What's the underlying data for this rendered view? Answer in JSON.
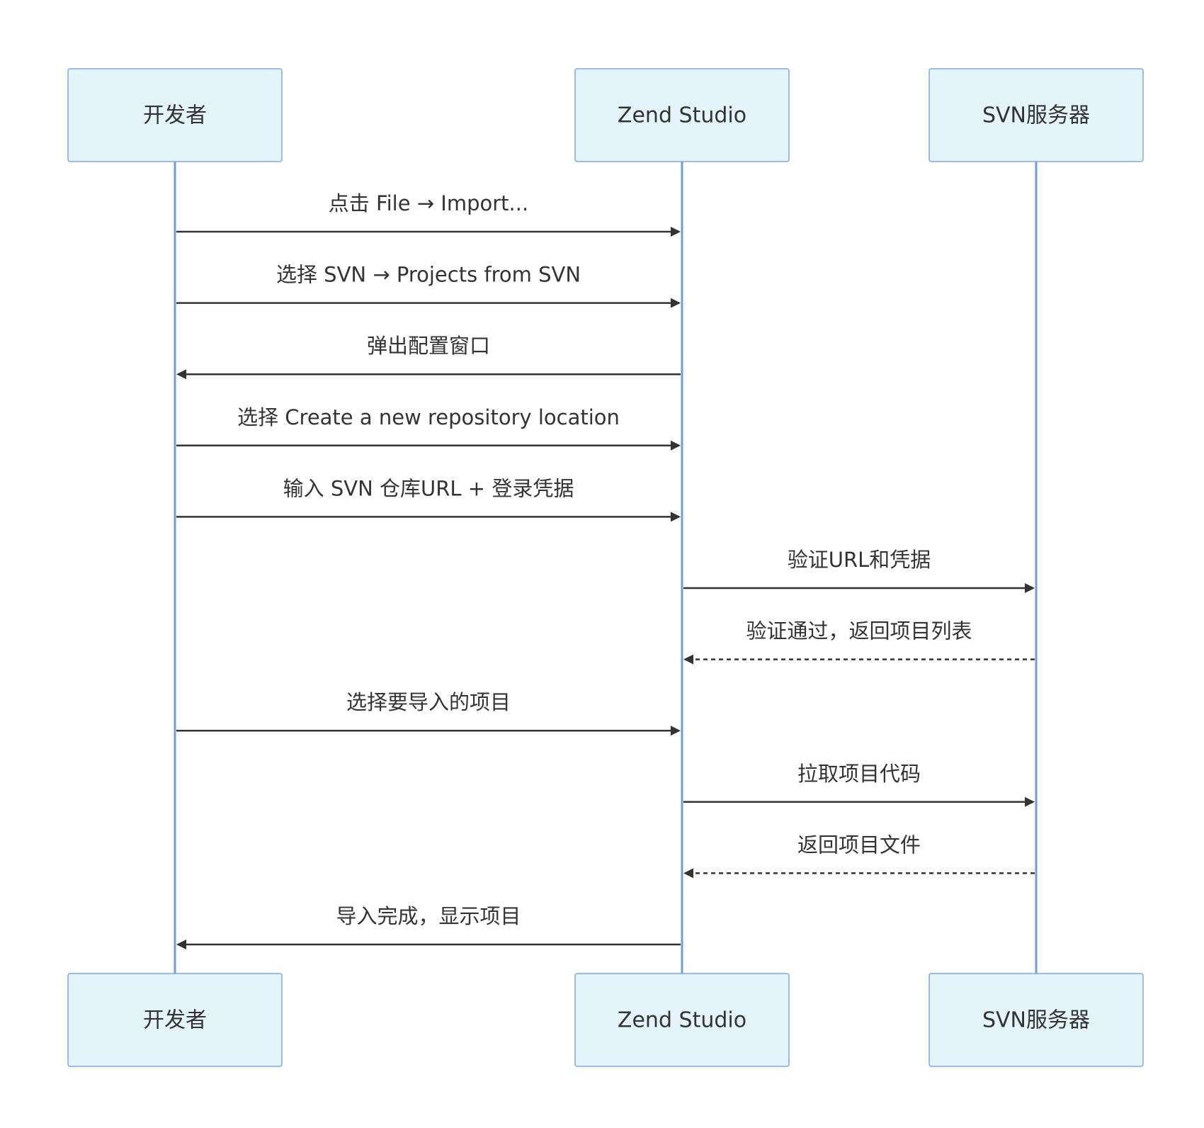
{
  "participants": [
    {
      "id": "dev",
      "label": "开发者"
    },
    {
      "id": "zend",
      "label": "Zend Studio"
    },
    {
      "id": "svn",
      "label": "SVN服务器"
    }
  ],
  "messages": [
    {
      "from": "dev",
      "to": "zend",
      "label": "点击 File → Import...",
      "style": "solid"
    },
    {
      "from": "dev",
      "to": "zend",
      "label": "选择 SVN → Projects from SVN",
      "style": "solid"
    },
    {
      "from": "zend",
      "to": "dev",
      "label": "弹出配置窗口",
      "style": "solid"
    },
    {
      "from": "dev",
      "to": "zend",
      "label": "选择 Create a new repository location",
      "style": "solid"
    },
    {
      "from": "dev",
      "to": "zend",
      "label": "输入 SVN 仓库URL + 登录凭据",
      "style": "solid"
    },
    {
      "from": "zend",
      "to": "svn",
      "label": "验证URL和凭据",
      "style": "solid"
    },
    {
      "from": "svn",
      "to": "zend",
      "label": "验证通过，返回项目列表",
      "style": "dashed"
    },
    {
      "from": "dev",
      "to": "zend",
      "label": "选择要导入的项目",
      "style": "solid"
    },
    {
      "from": "zend",
      "to": "svn",
      "label": "拉取项目代码",
      "style": "solid"
    },
    {
      "from": "svn",
      "to": "zend",
      "label": "返回项目文件",
      "style": "dashed"
    },
    {
      "from": "zend",
      "to": "dev",
      "label": "导入完成，显示项目",
      "style": "solid"
    }
  ],
  "colors": {
    "actor_fill": "#e3f4fb",
    "actor_border": "#7fa7e6",
    "lifeline": "#6e9be8",
    "arrow": "#333333",
    "text": "#333333"
  }
}
